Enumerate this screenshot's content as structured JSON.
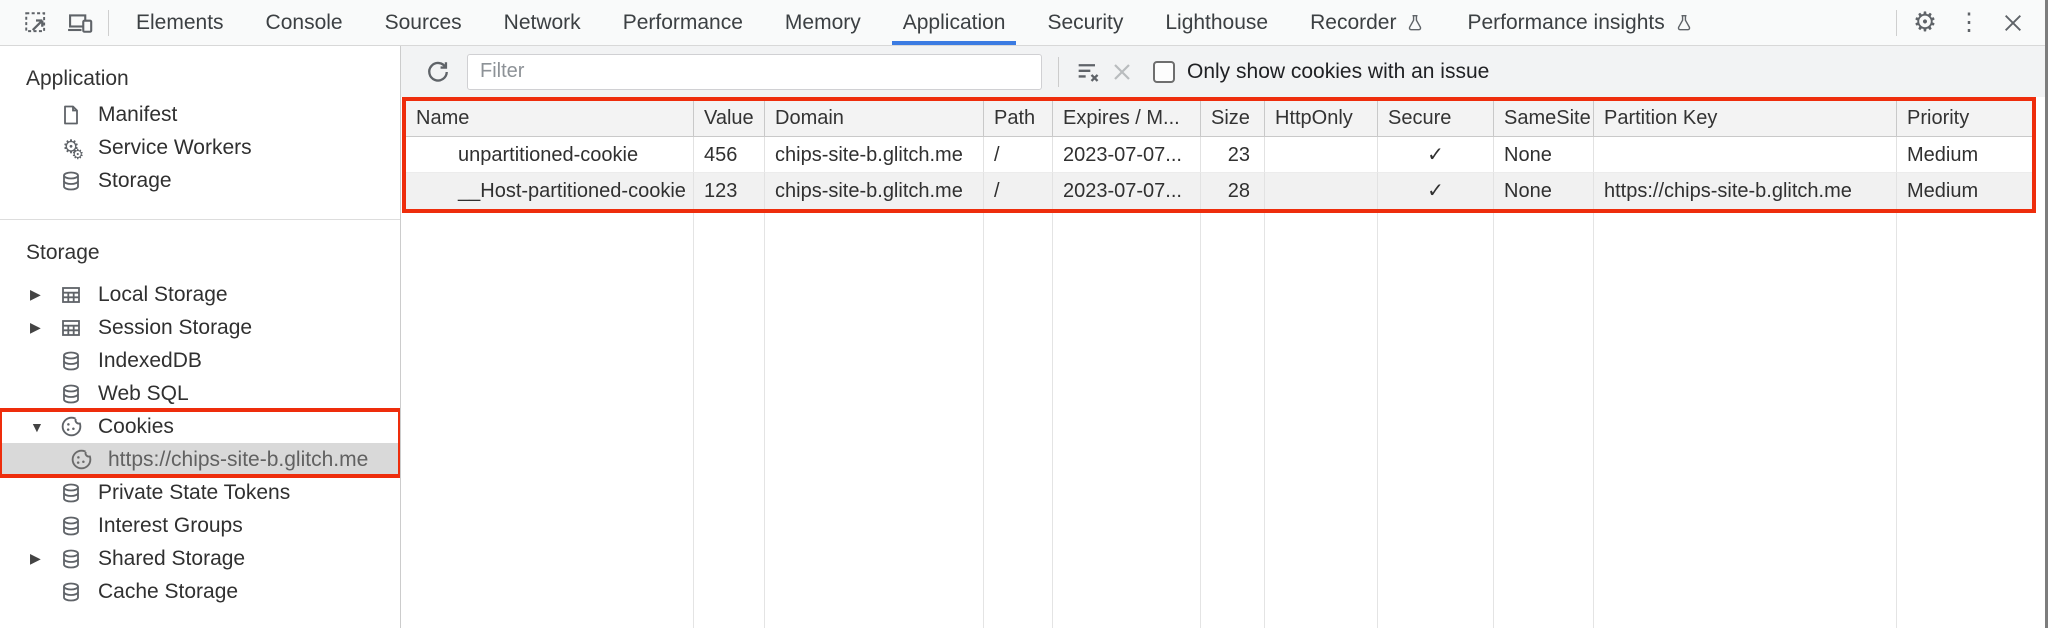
{
  "toolbar": {
    "tabs": [
      {
        "label": "Elements"
      },
      {
        "label": "Console"
      },
      {
        "label": "Sources"
      },
      {
        "label": "Network"
      },
      {
        "label": "Performance"
      },
      {
        "label": "Memory"
      },
      {
        "label": "Application",
        "selected": true
      },
      {
        "label": "Security"
      },
      {
        "label": "Lighthouse"
      },
      {
        "label": "Recorder",
        "flask": true
      },
      {
        "label": "Performance insights",
        "flask": true
      }
    ]
  },
  "sidebar": {
    "sections": [
      {
        "title": "Application",
        "items": [
          {
            "label": "Manifest",
            "icon": "manifest-icon"
          },
          {
            "label": "Service Workers",
            "icon": "service-workers-icon"
          },
          {
            "label": "Storage",
            "icon": "database-icon"
          }
        ]
      },
      {
        "title": "Storage",
        "items": [
          {
            "label": "Local Storage",
            "icon": "table-icon",
            "arrow": "collapsed"
          },
          {
            "label": "Session Storage",
            "icon": "table-icon",
            "arrow": "collapsed"
          },
          {
            "label": "IndexedDB",
            "icon": "database-icon"
          },
          {
            "label": "Web SQL",
            "icon": "database-icon"
          },
          {
            "label": "Cookies",
            "icon": "cookie-icon",
            "arrow": "expanded",
            "highlighted": true
          },
          {
            "label": "https://chips-site-b.glitch.me",
            "icon": "cookie-icon",
            "selected": true,
            "child": true,
            "highlighted": true
          },
          {
            "label": "Private State Tokens",
            "icon": "database-icon"
          },
          {
            "label": "Interest Groups",
            "icon": "database-icon"
          },
          {
            "label": "Shared Storage",
            "icon": "database-icon",
            "arrow": "collapsed"
          },
          {
            "label": "Cache Storage",
            "icon": "database-icon"
          }
        ]
      }
    ]
  },
  "filter_bar": {
    "filter_placeholder": "Filter",
    "filter_value": "",
    "checkbox_checked": false,
    "checkbox_label": "Only show cookies with an issue"
  },
  "cookie_table": {
    "columns": [
      "Name",
      "Value",
      "Domain",
      "Path",
      "Expires / M...",
      "Size",
      "HttpOnly",
      "Secure",
      "SameSite",
      "Partition Key",
      "Priority"
    ],
    "rows": [
      {
        "name": "unpartitioned-cookie",
        "value": "456",
        "domain": "chips-site-b.glitch.me",
        "path": "/",
        "expires": "2023-07-07...",
        "size": "23",
        "http_only": "",
        "secure": "✓",
        "same_site": "None",
        "partition_key": "",
        "priority": "Medium"
      },
      {
        "name": "__Host-partitioned-cookie",
        "value": "123",
        "domain": "chips-site-b.glitch.me",
        "path": "/",
        "expires": "2023-07-07...",
        "size": "28",
        "http_only": "",
        "secure": "✓",
        "same_site": "None",
        "partition_key": "https://chips-site-b.glitch.me",
        "priority": "Medium"
      }
    ]
  },
  "icons": {
    "gear": "⚙",
    "kebab": "⋮",
    "arrow_collapsed": "▶",
    "arrow_expanded": "▼"
  },
  "colors": {
    "accent_blue": "#3b7be2",
    "highlight_red": "#ee2d0c",
    "selected_gray": "#d9d9d9",
    "row_stripe": "#f1f1f1",
    "header_bg": "#f3f3f3",
    "toolbar_bg": "#f2f3f4"
  }
}
